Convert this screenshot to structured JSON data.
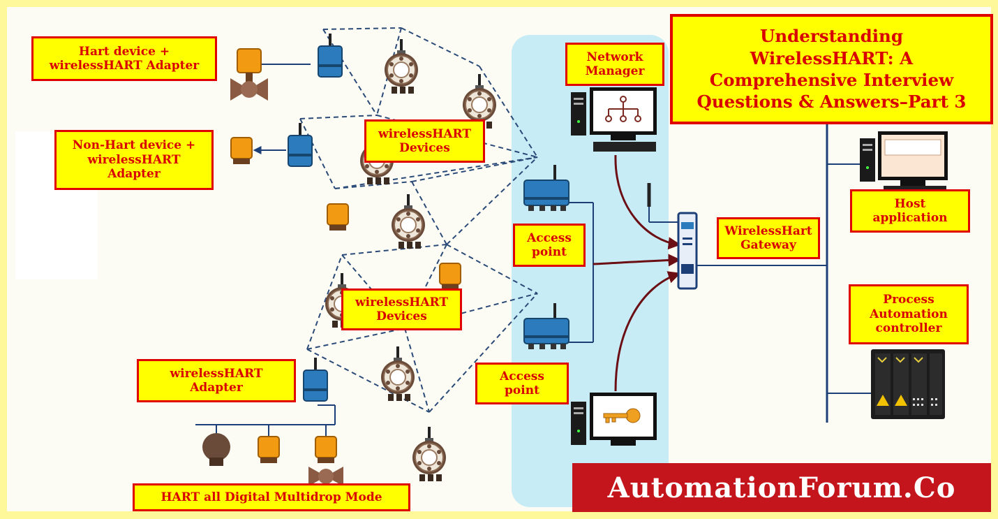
{
  "title": "Understanding\nWirelessHART: A\nComprehensive Interview\nQuestions & Answers–Part 3",
  "brand": "AutomationForum.Co",
  "labels": {
    "hart_device_adapter": "Hart device +\nwirelessHART Adapter",
    "non_hart_device_adapter": "Non-Hart device +\nwirelessHART\nAdapter",
    "wireless_devices_top": "wirelessHART\nDevices",
    "wireless_devices_bottom": "wirelessHART\nDevices",
    "wireless_adapter": "wirelessHART\nAdapter",
    "multidrop_mode": "HART all Digital Multidrop Mode",
    "network_manager": "Network\nManager",
    "access_point_top": "Access\npoint",
    "access_point_bottom": "Access\npoint",
    "gateway": "WirelessHart\nGateway",
    "host_application": "Host\napplication",
    "process_controller": "Process\nAutomation\ncontroller"
  },
  "colors": {
    "background": "#fff89a",
    "label_fill": "#ffff00",
    "label_border": "#e00000",
    "label_text": "#d80000",
    "network_zone": "#c8ecf6",
    "mesh_line": "#2a4a78",
    "arrow": "#6b0f14",
    "adapter_blue": "#2b7bbd",
    "brand_fill": "#c4141c"
  },
  "icons": {
    "manager_screen": "network-hierarchy-icon",
    "security_screen": "key-icon",
    "controller_warning": "warning-triangle-icon"
  }
}
